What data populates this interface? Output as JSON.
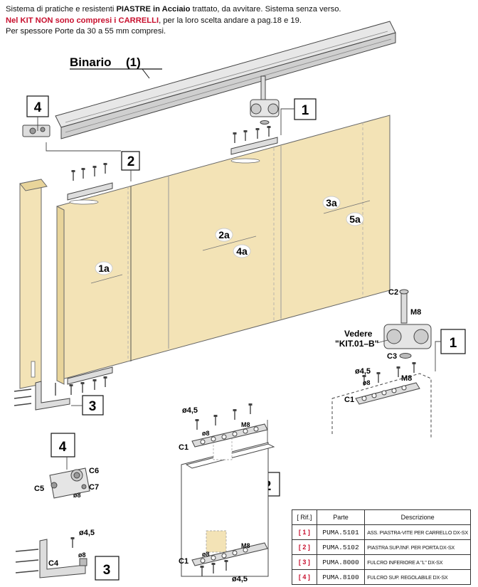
{
  "header": {
    "line1_a": "Sistema di pratiche e resistenti ",
    "line1_b": "PIASTRE in Acciaio",
    "line1_c": " trattato, da avvitare. Sistema senza verso.",
    "line2_a": "Nel KIT NON sono compresi i CARRELLI",
    "line2_b": ",  per la loro scelta andare a pag.18 e 19.",
    "line3": "Per spessore Porte da 30 a 55 mm compresi."
  },
  "labels": {
    "binario": "Binario",
    "binario_ref": "(1)",
    "box_1": "1",
    "box_2": "2",
    "box_3": "3",
    "box_4": "4",
    "panel_1a": "1a",
    "panel_2a": "2a",
    "panel_4a": "4a",
    "panel_3a": "3a",
    "panel_5a": "5a",
    "c1": "C1",
    "c2": "C2",
    "c3": "C3",
    "c4": "C4",
    "c5": "C5",
    "c6": "C6",
    "c7": "C7",
    "m8": "M8",
    "phi8": "ø8",
    "phi45": "ø4,5",
    "vedere_1": "Vedere",
    "vedere_2": "\"KIT.01–B\""
  },
  "table": {
    "headers": [
      "[ Rif.]",
      "Parte",
      "Descrizione"
    ],
    "rows": [
      {
        "ref": "[ 1 ]",
        "code": "PUMA.5101",
        "desc": "ASS. PIASTRA-VITE PER CARRELLO DX-SX"
      },
      {
        "ref": "[ 2 ]",
        "code": "PUMA.5102",
        "desc": "PIASTRA SUP./INF. PER PORTA DX-SX"
      },
      {
        "ref": "[ 3 ]",
        "code": "PUMA.8000",
        "desc": "FULCRO INFERIORE A \"L\" DX-SX"
      },
      {
        "ref": "[ 4 ]",
        "code": "PUMA.8100",
        "desc": "FULCRO SUP. REGOLABILE DX-SX"
      }
    ]
  },
  "colors": {
    "panel": "#f3e3b6",
    "panel_side": "#e8d49a",
    "red": "#c8102e"
  }
}
